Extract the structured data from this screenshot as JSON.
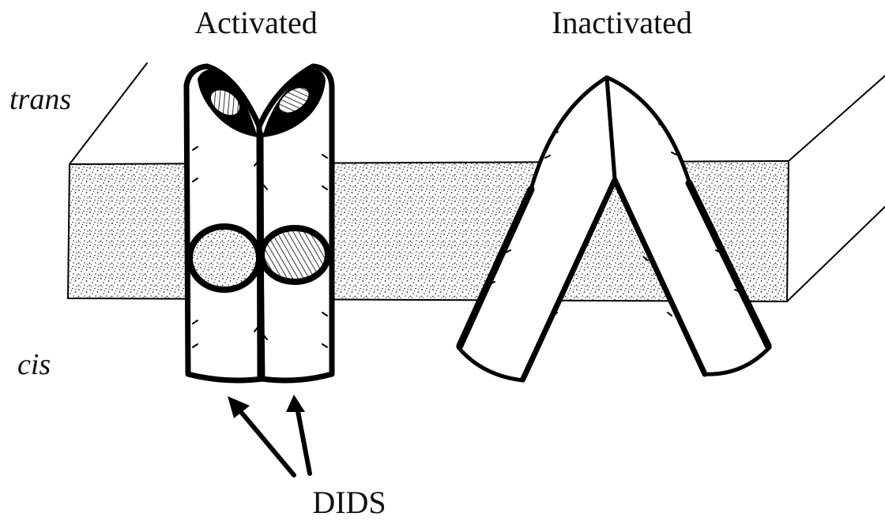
{
  "labels": {
    "activated": "Activated",
    "inactivated": "Inactivated",
    "trans": "trans",
    "cis": "cis",
    "dids": "DIDS"
  },
  "colors": {
    "ink": "#000000",
    "membrane_dots": "#1a1a1a",
    "background": "#ffffff",
    "protein_fill": "#ffffff"
  }
}
